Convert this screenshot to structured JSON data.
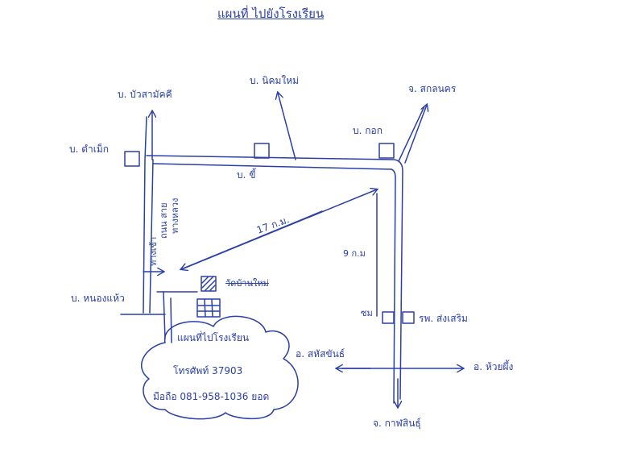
{
  "colors": {
    "ink": "#2a3fa8",
    "paper": "#ffffff"
  },
  "title": "แผนที่ ไปยังโรงเรียน",
  "places": {
    "north_village": "บ. บัวสามัคคี",
    "west_village": "บ. ดำเม็ก",
    "center_north_village": "บ. นิคมใหม่",
    "northeast_province": "จ. สกลนคร",
    "northeast_village": "บ. กอก",
    "small_village": "บ. ขี้",
    "west_lower_village": "บ. หนองแห้ว",
    "right_village": "ซม",
    "right_label": "รพ. ส่งเสริม",
    "road_side_label": "ถนน สาย",
    "road_side_label2": "ทางหลวง",
    "road_side_label3": "ทางเข้า",
    "struck_label": "วัดบ้านใหม่",
    "junction_label": "อ. สหัสขันธ์",
    "east_district": "อ. ห้วยผึ้ง",
    "south_province": "จ. กาฬสินธุ์"
  },
  "distances": {
    "diagonal": "17 ก.ม.",
    "vertical": "9 ก.ม"
  },
  "cloud_text": {
    "line1": "แผนที่ไปโรงเรียน",
    "line2": "โทรศัพท์ 37903",
    "line3": "มือถือ 081-958-1036 ยอด"
  }
}
